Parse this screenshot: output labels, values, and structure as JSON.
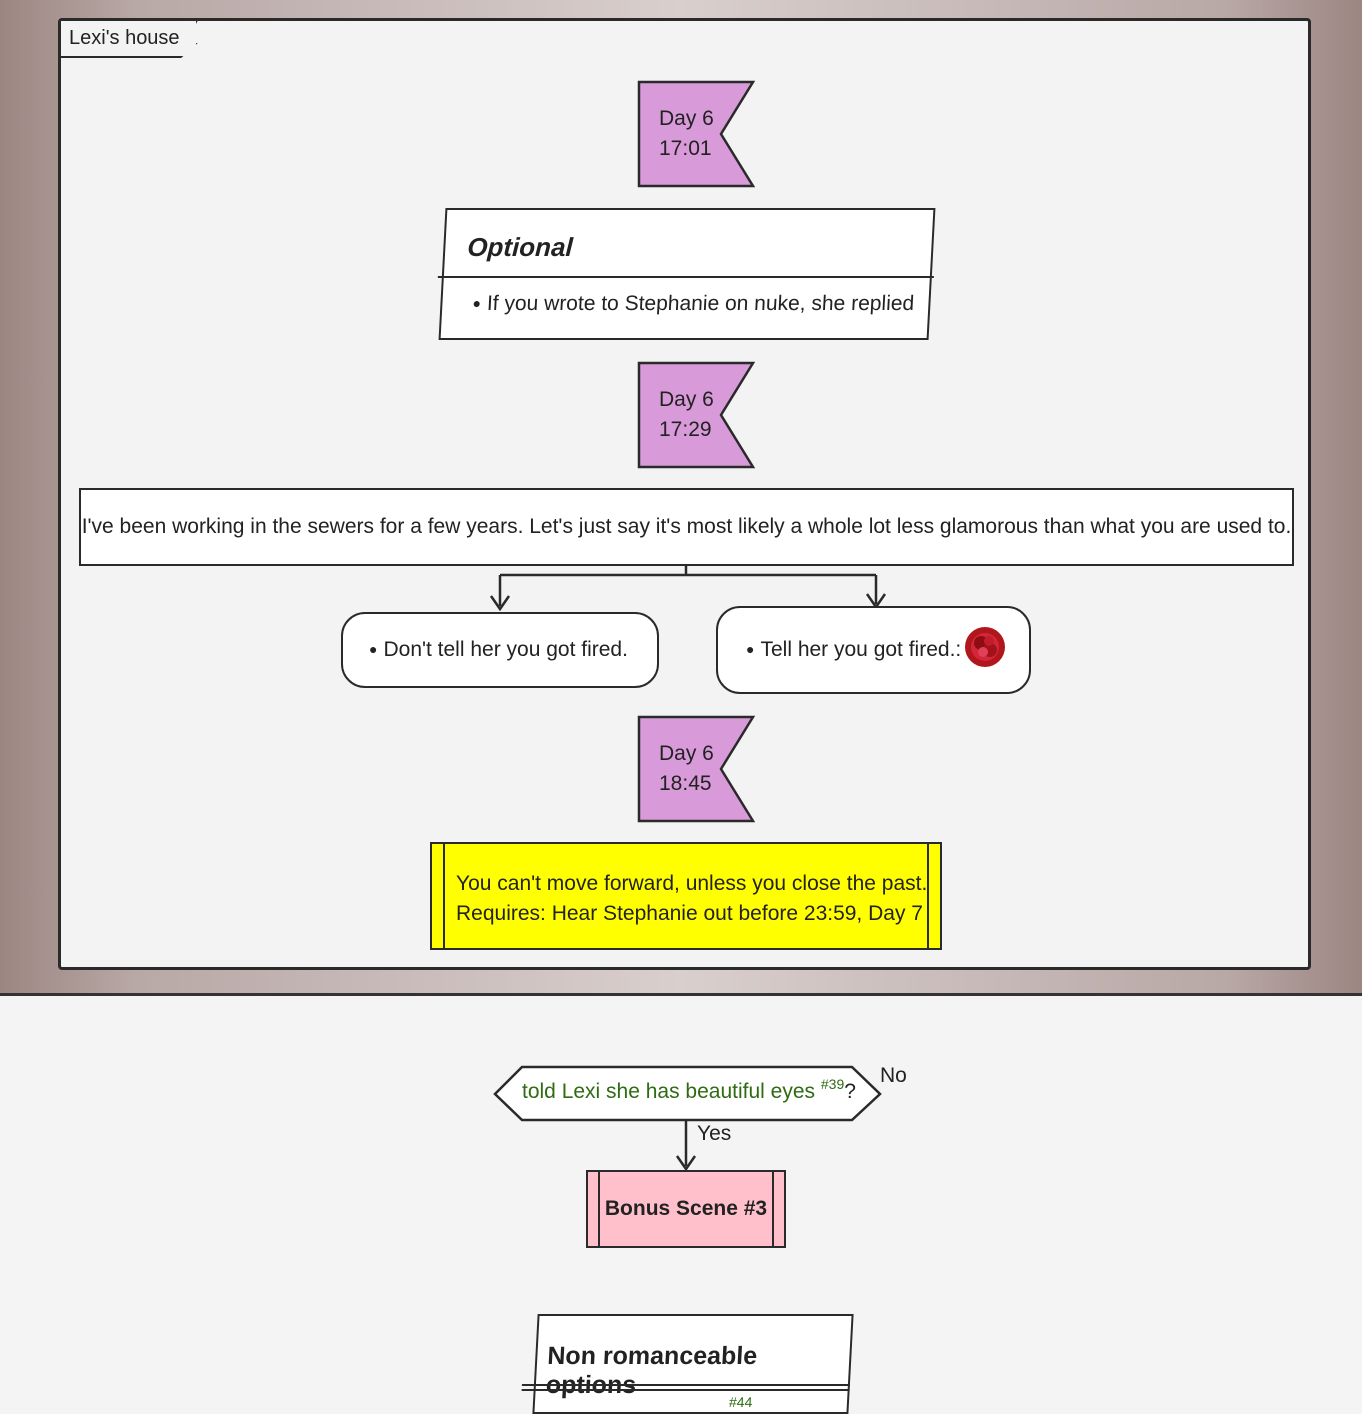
{
  "panel": {
    "title": "Lexi's house"
  },
  "time_markers": [
    {
      "day": "Day 6",
      "time": "17:01"
    },
    {
      "day": "Day 6",
      "time": "17:29"
    },
    {
      "day": "Day 6",
      "time": "18:45"
    }
  ],
  "optional_box": {
    "heading": "Optional",
    "item": "If you wrote to Stephanie on nuke, she replied"
  },
  "dialogue": "I've been working in the sewers for a few years. Let's just say it's most likely a whole lot less glamorous than what you are used to.",
  "choices": [
    {
      "label": "Don't tell her you got fired.",
      "icon": ""
    },
    {
      "label": "Tell her you got fired.:",
      "icon": "red-rose-icon"
    }
  ],
  "requirement": {
    "line1": "You can't move forward, unless you close the past.",
    "line2": "Requires: Hear Stephanie out before 23:59, Day 7"
  },
  "condition": {
    "text": "told Lexi she has beautiful eyes",
    "ref": "#39",
    "suffix": "?",
    "no_label": "No",
    "yes_label": "Yes"
  },
  "bonus_scene": {
    "label": "Bonus Scene #3"
  },
  "non_romance": {
    "heading": "Non romanceable options",
    "ref": "#44"
  },
  "colors": {
    "flag": "#d89ad8",
    "requirement_bg": "#ffff00",
    "bonus_bg": "#ffc0cb",
    "condition_text": "#2e6b12"
  }
}
